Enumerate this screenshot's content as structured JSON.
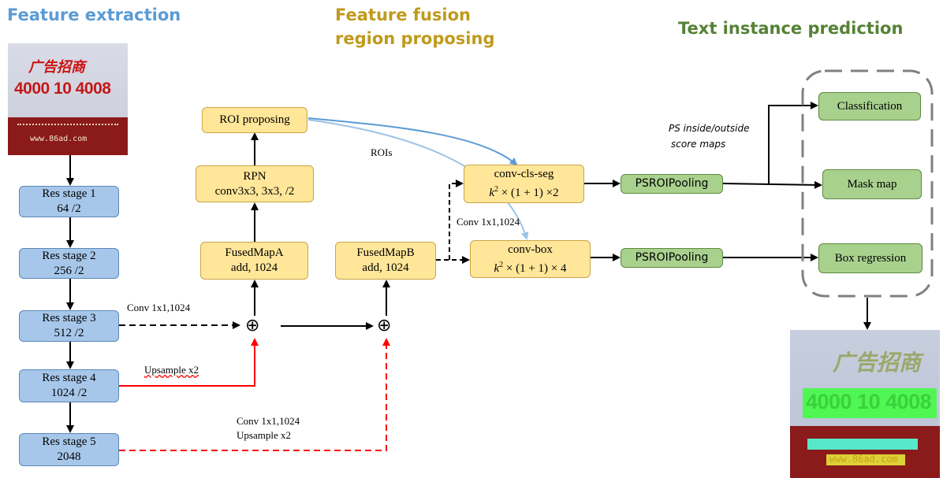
{
  "headers": {
    "extraction": "Feature extraction",
    "fusion_line1": "Feature fusion",
    "fusion_line2": "region proposing",
    "prediction": "Text instance prediction"
  },
  "colors": {
    "extraction_header": "#5b9bd5",
    "fusion_header": "#c09a1c",
    "prediction_header": "#548235",
    "blue_box": "#a7c7ea",
    "yellow_box": "#ffe699",
    "green_box": "#a9d18e",
    "red_arrow": "#ff0000",
    "roi_arrow": "#5b9bd5"
  },
  "res_stages": [
    {
      "title": "Res stage 1",
      "sub": "64 /2"
    },
    {
      "title": "Res stage 2",
      "sub": "256 /2"
    },
    {
      "title": "Res stage 3",
      "sub": "512 /2"
    },
    {
      "title": "Res stage 4",
      "sub": "1024 /2"
    },
    {
      "title": "Res stage 5",
      "sub": "2048"
    }
  ],
  "fusion": {
    "roi_proposing": "ROI proposing",
    "rpn_title": "RPN",
    "rpn_sub": "conv3x3, 3x3, /2",
    "fused_a_title": "FusedMapA",
    "fused_a_sub": "add, 1024",
    "fused_b_title": "FusedMapB",
    "fused_b_sub": "add, 1024",
    "sum_symbol": "⊕"
  },
  "heads": {
    "cls_seg_title": "conv-cls-seg",
    "cls_seg_formula_tail": "× (1 + 1) ×2",
    "box_title": "conv-box",
    "box_formula_tail": "× (1 + 1) × 4",
    "psroi_1": "PSROIPooling",
    "psroi_2": "PSROIPooling"
  },
  "outputs": {
    "classification": "Classification",
    "mask_map": "Mask map",
    "box_regression": "Box regression"
  },
  "labels": {
    "conv_stage3": "Conv 1x1,1024",
    "upsample_stage4": "Upsample x2",
    "conv_stage5": "Conv 1x1,1024",
    "upsample_stage5": "Upsample x2",
    "rois": "ROIs",
    "conv_fusedb": "Conv 1x1,1024",
    "ps_maps_line1": "PS inside/outside",
    "ps_maps_line2": "score maps"
  },
  "input_image": {
    "cn_title": "广告招商",
    "phone": "4000 10 4008",
    "url": "www.86ad.com"
  },
  "output_image": {
    "cn_title": "广告招商",
    "phone": "4000 10 4008",
    "url": "www.86ad.com"
  }
}
